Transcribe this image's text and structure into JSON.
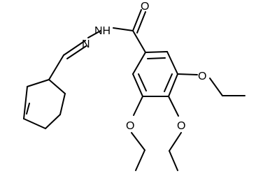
{
  "molecule": {
    "atoms": {
      "carbonyl_oxygen": "O",
      "amide_nh": "NH",
      "hydrazone_n": "N",
      "ethoxy_o_3": "O",
      "ethoxy_o_4": "O",
      "ethoxy_o_5": "O"
    },
    "colors": {
      "bond": "#000000",
      "text": "#000000",
      "background": "#ffffff"
    }
  }
}
